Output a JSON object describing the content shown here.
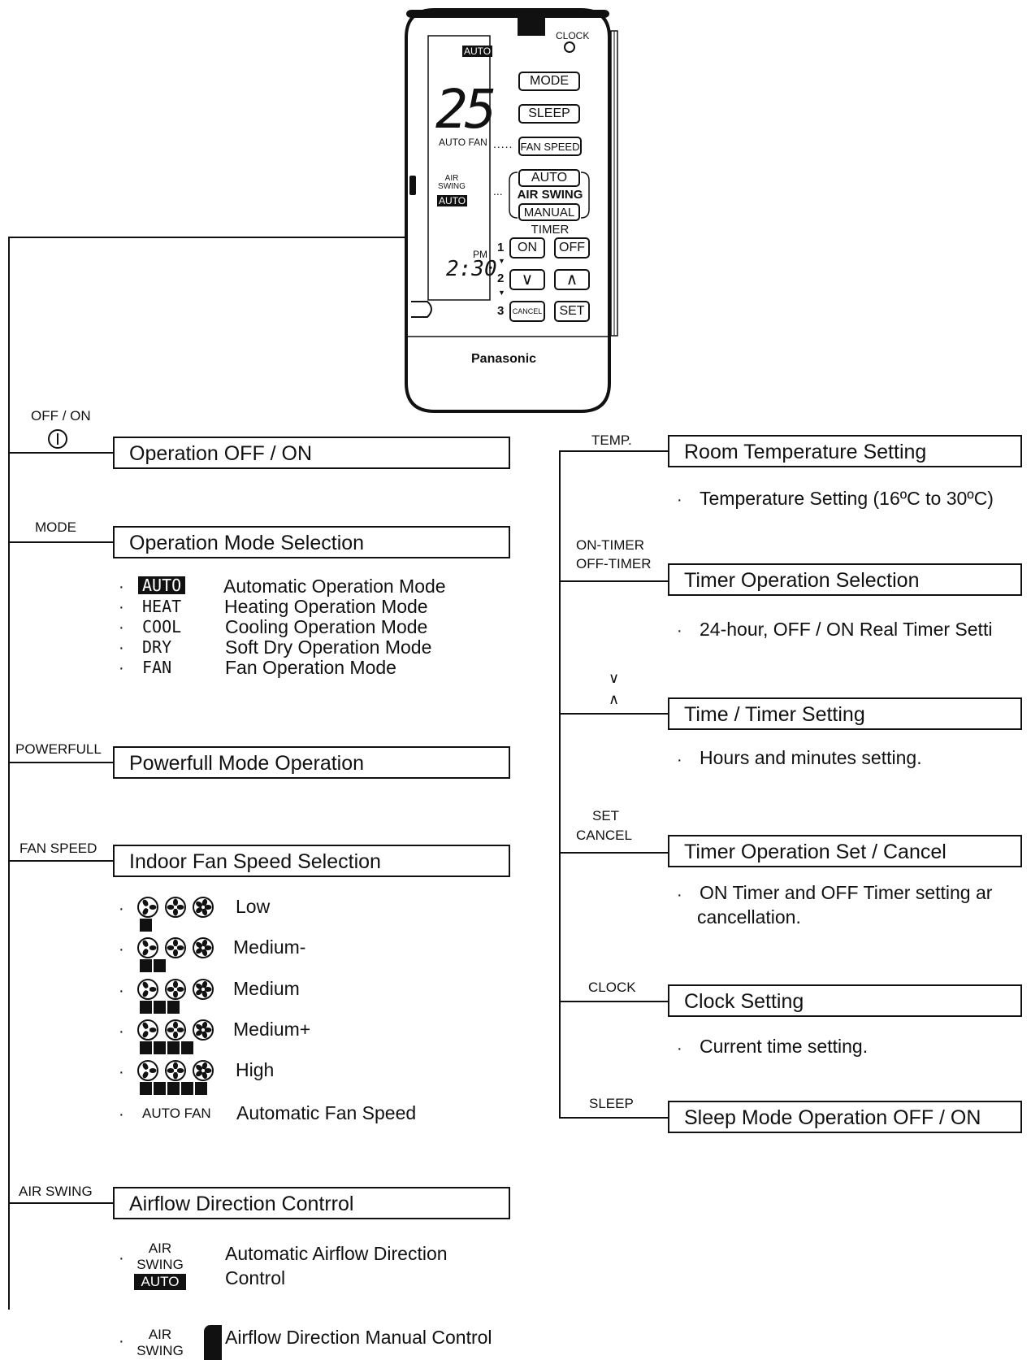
{
  "remote": {
    "brand": "Panasonic",
    "clock_label": "CLOCK",
    "display": {
      "mode_badge": "AUTO",
      "temperature": "25",
      "fan_label": "AUTO FAN",
      "air_swing_label": "AIR SWING",
      "air_swing_badge": "AUTO",
      "pm_label": "PM",
      "time": "2:30"
    },
    "buttons": {
      "mode": "MODE",
      "sleep": "SLEEP",
      "fan_speed": "FAN SPEED",
      "air_swing_auto": "AUTO",
      "air_swing_title": "AIR SWING",
      "air_swing_manual": "MANUAL",
      "timer_title": "TIMER",
      "timer_on": "ON",
      "timer_off": "OFF",
      "down": "∨",
      "up": "∧",
      "cancel": "CANCEL",
      "set": "SET",
      "step_1": "1",
      "step_2": "2",
      "step_3": "3"
    }
  },
  "left": {
    "off_on": {
      "button_label": "OFF / ON",
      "title": "Operation OFF / ON"
    },
    "mode": {
      "button_label": "MODE",
      "title": "Operation Mode Selection",
      "items": [
        {
          "code": "AUTO",
          "text": "Automatic Operation Mode"
        },
        {
          "code": "HEAT",
          "text": "Heating Operation Mode"
        },
        {
          "code": "COOL",
          "text": "Cooling Operation Mode"
        },
        {
          "code": "DRY",
          "text": "Soft Dry Operation Mode"
        },
        {
          "code": "FAN",
          "text": "Fan Operation Mode"
        }
      ]
    },
    "powerfull": {
      "button_label": "POWERFULL",
      "title": "Powerfull Mode Operation"
    },
    "fan_speed": {
      "button_label": "FAN SPEED",
      "title": "Indoor Fan Speed Selection",
      "levels": [
        {
          "text": "Low",
          "bars": 1
        },
        {
          "text": "Medium-",
          "bars": 2
        },
        {
          "text": "Medium",
          "bars": 3
        },
        {
          "text": "Medium+",
          "bars": 4
        },
        {
          "text": "High",
          "bars": 5
        }
      ],
      "auto_code": "AUTO FAN",
      "auto_text": "Automatic Fan Speed"
    },
    "air_swing": {
      "button_label": "AIR SWING",
      "title": "Airflow Direction Contrrol",
      "auto_icon_top": "AIR",
      "auto_icon_mid": "SWING",
      "auto_icon_badge": "AUTO",
      "auto_text_1": "Automatic Airflow Direction",
      "auto_text_2": "Control",
      "manual_icon_top": "AIR",
      "manual_icon_mid": "SWING",
      "manual_text": "Airflow Direction Manual Control"
    }
  },
  "right": {
    "temp": {
      "button_label": "TEMP.",
      "title": "Room Temperature Setting",
      "note": "Temperature Setting (16ºC to 30ºC)"
    },
    "timer": {
      "button_label_1": "ON-TIMER",
      "button_label_2": "OFF-TIMER",
      "title": "Timer Operation Selection",
      "note": "24-hour, OFF / ON Real Timer Setti"
    },
    "time": {
      "button_label_1": "∨",
      "button_label_2": "∧",
      "title": "Time / Timer Setting",
      "note": "Hours and minutes setting."
    },
    "set_cancel": {
      "button_label_1": "SET",
      "button_label_2": "CANCEL",
      "title": "Timer Operation Set / Cancel",
      "note_1": "ON Timer and OFF Timer setting ar",
      "note_2": "cancellation."
    },
    "clock": {
      "button_label": "CLOCK",
      "title": "Clock Setting",
      "note": "Current time setting."
    },
    "sleep": {
      "button_label": "SLEEP",
      "title": "Sleep Mode Operation OFF / ON"
    },
    "bullet": "·"
  }
}
